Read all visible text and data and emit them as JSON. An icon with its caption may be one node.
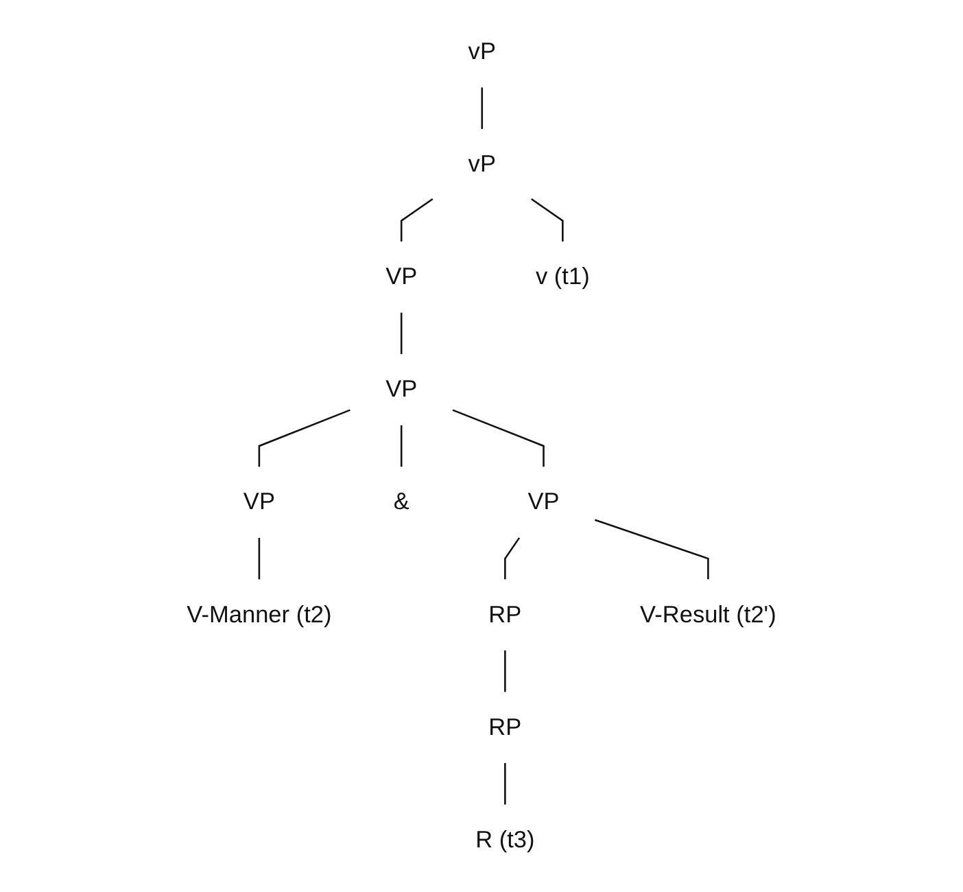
{
  "diagram": {
    "nodes": [
      {
        "text": [
          "vP"
        ]
      },
      {
        "text": [
          "vP"
        ]
      },
      {
        "text": [
          "VP"
        ]
      },
      {
        "text": [
          "v (t1)"
        ]
      },
      {
        "text": [
          "VP"
        ]
      },
      {
        "text": [
          "VP"
        ]
      },
      {
        "text": [
          "&"
        ]
      },
      {
        "text": [
          "VP"
        ]
      },
      {
        "text": [
          "V-Manner (t2)"
        ]
      },
      {
        "text": [
          "RP"
        ]
      },
      {
        "text": [
          "V-Result (t2')"
        ]
      },
      {
        "text": [
          "RP"
        ]
      },
      {
        "text": [
          "R (t3)"
        ]
      }
    ],
    "edges": [
      {
        "from": 0,
        "to": 1,
        "arrow": "none"
      },
      {
        "from": 1,
        "to": 2,
        "arrow": "none"
      },
      {
        "from": 1,
        "to": 3,
        "arrow": "none"
      },
      {
        "from": 2,
        "to": 4,
        "arrow": "none"
      },
      {
        "from": 4,
        "to": 5,
        "arrow": "none"
      },
      {
        "from": 4,
        "to": 6,
        "arrow": "none"
      },
      {
        "from": 4,
        "to": 7,
        "arrow": "none"
      },
      {
        "from": 5,
        "to": 8,
        "arrow": "none"
      },
      {
        "from": 7,
        "to": 9,
        "arrow": "none"
      },
      {
        "from": 7,
        "to": 10,
        "arrow": "none"
      },
      {
        "from": 9,
        "to": 11,
        "arrow": "none"
      },
      {
        "from": 11,
        "to": 12,
        "arrow": "none"
      }
    ]
  }
}
